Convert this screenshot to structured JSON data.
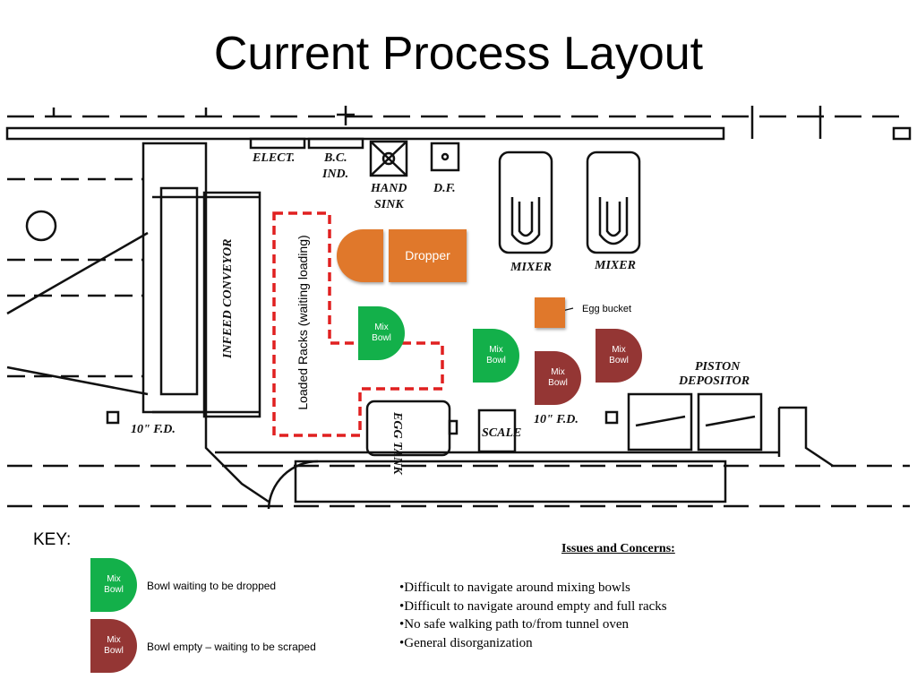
{
  "title": "Current Process Layout",
  "plan_labels": {
    "elect": "ELECT.",
    "bc": "B.C.",
    "ind": "IND.",
    "hand": "HAND",
    "sink": "SINK",
    "df": "D.F.",
    "mixer1": "MIXER",
    "mixer2": "MIXER",
    "infeed": "INFEED CONVEYOR",
    "fd_left": "10\" F.D.",
    "fd_right": "10\" F.D.",
    "egg_tank": "EGG TANK",
    "scale": "SCALE",
    "piston": "PISTON",
    "depositor": "DEPOSITOR"
  },
  "overlays": {
    "dropper": "Dropper",
    "egg_bucket": "Egg bucket",
    "loaded_racks": "Loaded Racks (waiting loading)",
    "bowl_line1": "Mix",
    "bowl_line2": "Bowl",
    "bowl_text": "Mix\nBowl"
  },
  "key": {
    "label": "KEY:",
    "green_text": "Bowl waiting to be dropped",
    "red_text": "Bowl empty – waiting to be scraped"
  },
  "issues": {
    "title": "Issues and Concerns:",
    "items": [
      "•Difficult to navigate around mixing bowls",
      "•Difficult to navigate around empty and full racks",
      "•No safe walking path to/from tunnel oven",
      "•General disorganization"
    ]
  },
  "colors": {
    "green_bowl": "#13b04a",
    "red_bowl": "#943634",
    "orange": "#e0782b",
    "dashed_red": "#e02020"
  }
}
